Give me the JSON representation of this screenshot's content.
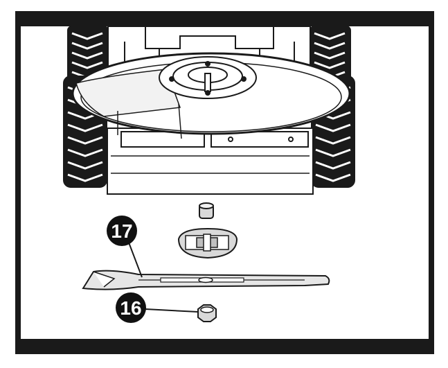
{
  "callouts": [
    {
      "id": "callout-17",
      "label": "17"
    },
    {
      "id": "callout-16",
      "label": "16"
    }
  ],
  "colors": {
    "border": "#1a1a1a",
    "deck_fill": "#ffffff",
    "tire": "#1a1a1a",
    "callout_fill": "#111111",
    "callout_text": "#ffffff",
    "part_fill": "#e6e6e6"
  }
}
